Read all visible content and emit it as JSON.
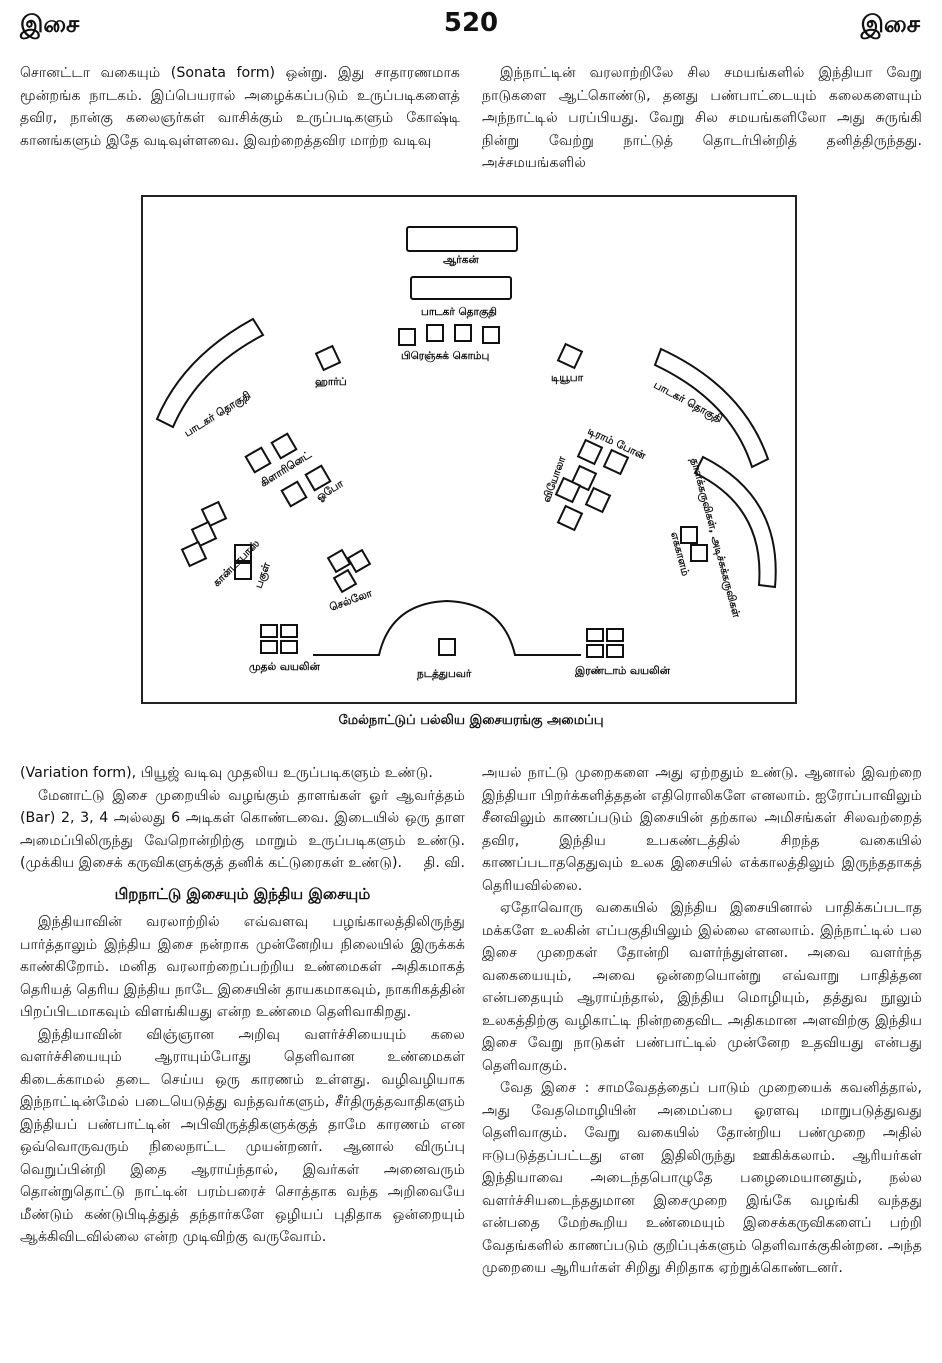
{
  "header": {
    "left": "இசை",
    "page_number": "520",
    "right": "இசை"
  },
  "top_left": "சொனட்டா வகையும் (Sonata form) ஒன்று. இது சாதாரணமாக மூன்றங்க நாடகம். இப்பெயரால் அழைக்கப்படும் உருப்படிகளைத் தவிர, நான்கு கலைஞர்கள் வாசிக்கும் உருப்படிகளும் கோஷ்டி கானங்களும் இதே வடிவுள்ளவை. இவற்றைத்தவிர மாற்ற வடிவு",
  "top_right": "இந்நாட்டின் வரலாற்றிலே சில சமயங்களில் இந்தியா வேறு நாடுகளை ஆட்கொண்டு, தனது பண்பாட்டையும் கலைகளையும் அந்நாட்டில் பரப்பியது. வேறு சில சமயங்களிலோ அது சுருங்கி நின்று வேற்று நாட்டுத் தொடர்பின்றித் தனித்திருந்தது. அச்சமயங்களில்",
  "figure": {
    "caption": "மேல்நாட்டுப் பல்லிய இசையரங்கு அமைப்பு",
    "labels": {
      "organ": "ஆர்கன்",
      "choir_top": "பாடகர் தொகுதி",
      "french_horn": "பிரெஞ்சுக் கொம்பு",
      "harp": "ஹார்ப்",
      "tuba": "டியூபா",
      "choir_left": "பாடகர் தொகுதி",
      "choir_right": "பாடகர் தொகுதி",
      "clarinet": "கிளாரினெட்",
      "oboe": "ஓபோ",
      "trombone": "டிராம் போன்",
      "percussion": "தாளக்கருவிகள், அடிச்சுக்கருவிகள்",
      "bassoon": "கான்டாபாஸ்",
      "flute": "பகுள்",
      "viola": "வியோலா",
      "double_bass": "எக்காளம்",
      "cello": "செல்லோ",
      "first_violin": "முதல் வயலின்",
      "conductor": "நடத்துபவர்",
      "second_violin": "இரண்டாம் வயலின்"
    }
  },
  "bottom_left": {
    "p1": "(Variation form), பியூஜ் வடிவு முதலிய உருப்படிகளும் உண்டு.",
    "p2": "மேனாட்டு இசை முறையில் வழங்கும் தாளங்கள் ஓர் ஆவர்த்தம் (Bar) 2, 3, 4 அல்லது 6 அடிகள் கொண்டவை. இடையில் ஒரு தாள அமைப்பிலிருந்து வேறொன்றிற்கு மாறும் உருப்படிகளும் உண்டு. (முக்கிய இசைக் கருவிகளுக்குத் தனிக் கட்டுரைகள் உண்டு).",
    "sig": "தி. வி.",
    "section_title": "பிறநாட்டு இசையும் இந்திய இசையும்",
    "p3": "இந்தியாவின் வரலாற்றில் எவ்வளவு பழங்காலத்திலிருந்து பார்த்தாலும் இந்திய இசை நன்றாக முன்னேறிய நிலையில் இருக்கக் காண்கிறோம். மனித வரலாற்றைப்பற்றிய உண்மைகள் அதிகமாகத் தெரியத் தெரிய இந்திய நாடே இசையின் தாயகமாகவும், நாகரிகத்தின் பிறப்பிடமாகவும் விளங்கியது என்ற உண்மை தெளிவாகிறது.",
    "p4": "இந்தியாவின் விஞ்ஞான அறிவு வளர்ச்சியையும் கலை வளர்ச்சியையும் ஆராயும்போது தெளிவான உண்மைகள் கிடைக்காமல் தடை செய்ய ஒரு காரணம் உள்ளது. வழிவழியாக இந்நாட்டின்மேல் படையெடுத்து வந்தவர்களும், சீர்திருத்தவாதிகளும் இந்தியப் பண்பாட்டின் அபிவிருத்திகளுக்குத் தாமே காரணம் என ஒவ்வொருவரும் நிலைநாட்ட முயன்றனர். ஆனால் விருப்பு வெறுப்பின்றி இதை ஆராய்ந்தால், இவர்கள் அனைவரும் தொன்றுதொட்டு நாட்டின் பரம்பரைச் சொத்தாக வந்த அறிவையே மீண்டும் கண்டுபிடித்துத் தந்தார்களே ஒழியப் புதிதாக ஒன்றையும் ஆக்கிவிடவில்லை என்ற முடிவிற்கு வருவோம்."
  },
  "bottom_right": {
    "p1": "அயல் நாட்டு முறைகளை அது ஏற்றதும் உண்டு. ஆனால் இவற்றை இந்தியா பிறர்க்களித்ததன் எதிரொலிகளே எனலாம். ஐரோப்பாவிலும் சீனவிலும் காணப்படும் இசையின் தற்கால அமிசங்கள் சிலவற்றைத் தவிர, இந்திய உபகண்டத்தில் சிறந்த வகையில் காணப்படாததெதுவும் உலக இசையில் எக்காலத்திலும் இருந்ததாகத் தெரியவில்லை.",
    "p2": "ஏதோவொரு வகையில் இந்திய இசையினால் பாதிக்கப்படாத மக்களே உலகின் எப்பகுதியிலும் இல்லை எனலாம். இந்நாட்டில் பல இசை முறைகள் தோன்றி வளர்ந்துள்ளன. அவை வளர்ந்த வகையையும், அவை ஒன்றையொன்று எவ்வாறு பாதித்தன என்பதையும் ஆராய்ந்தால், இந்திய மொழியும், தத்துவ நூலும் உலகத்திற்கு வழிகாட்டி நின்றதைவிட அதிகமான அளவிற்கு இந்திய இசை வேறு நாடுகள் பண்பாட்டில் முன்னேற உதவியது என்பது தெளிவாகும்.",
    "p3": "வேத இசை : சாமவேதத்தைப் பாடும் முறையைக் கவனித்தால், அது வேதமொழியின் அமைப்பை ஓரளவு மாறுபடுத்துவது தெளிவாகும். வேறு வகையில் தோன்றிய பண்முறை அதில் ஈடுபடுத்தப்பட்டது என இதிலிருந்து ஊகிக்கலாம். ஆரியர்கள் இந்தியாவை அடைந்தபொழுதே பழைமையானதும், நல்ல வளர்ச்சியடைந்ததுமான இசைமுறை இங்கே வழங்கி வந்தது என்பதை மேற்கூறிய உண்மையும் இசைக்கருவிகளைப் பற்றி வேதங்களில் காணப்படும் குறிப்புக்களும் தெளிவாக்குகின்றன. அந்த முறையை ஆரியர்கள் சிறிது சிறிதாக ஏற்றுக்கொண்டனர்."
  }
}
